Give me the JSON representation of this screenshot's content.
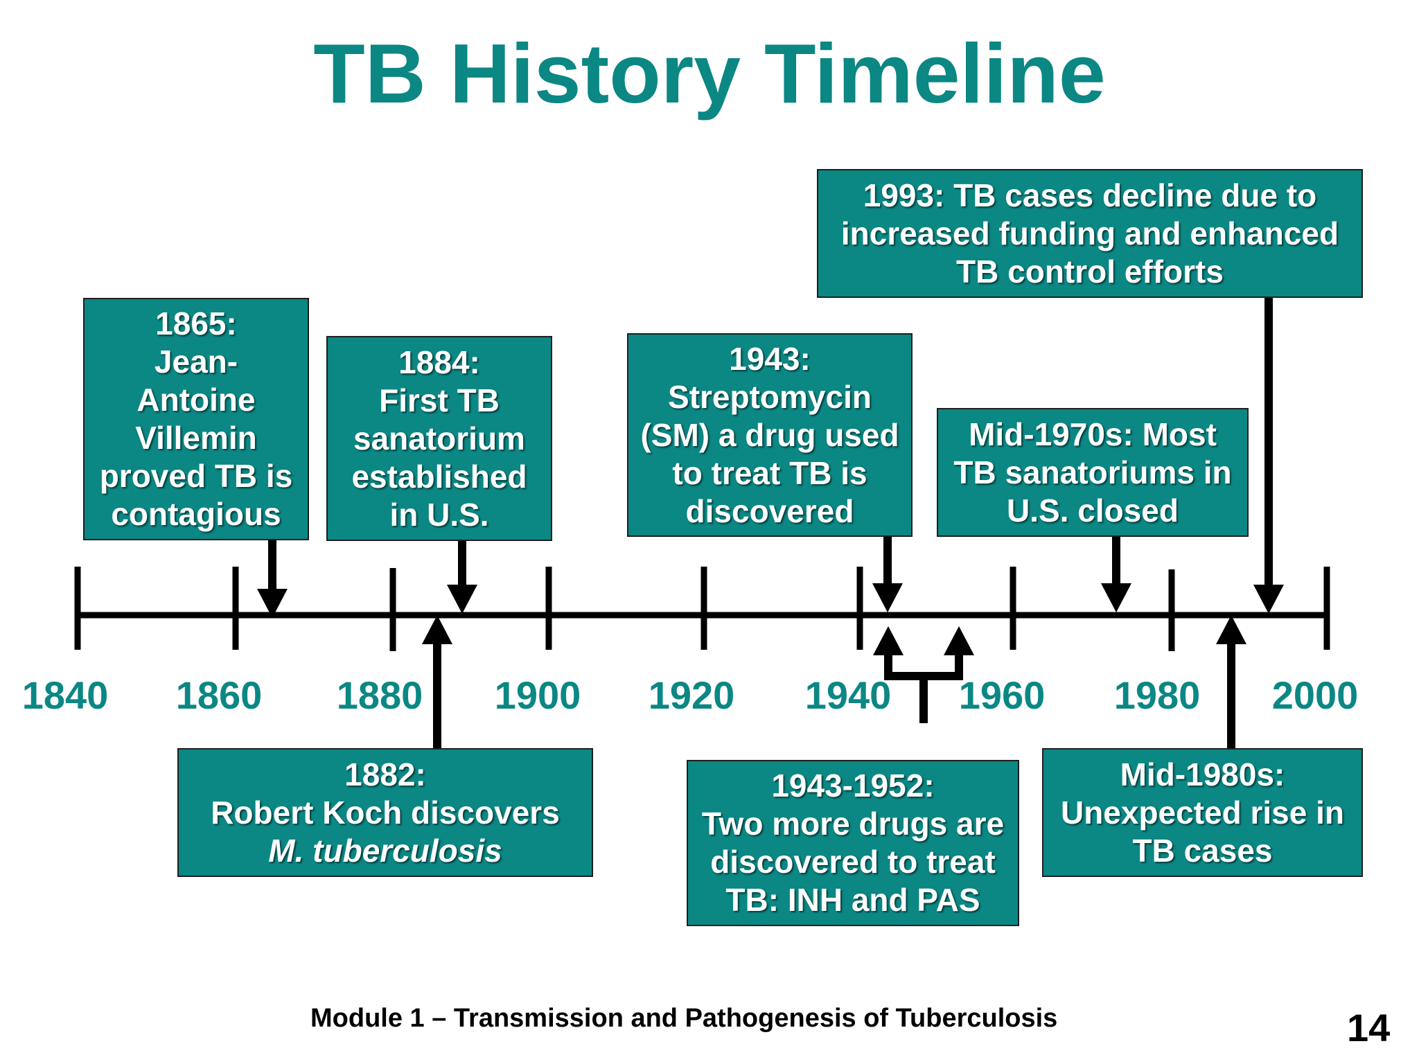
{
  "title": "TB History Timeline",
  "axis": {
    "years": [
      "1840",
      "1860",
      "1880",
      "1900",
      "1920",
      "1940",
      "1960",
      "1980",
      "2000"
    ]
  },
  "events": {
    "e1865": {
      "lines": [
        "1865:",
        "Jean-",
        "Antoine",
        "Villemin",
        "proved TB is",
        "contagious"
      ]
    },
    "e1884": {
      "lines": [
        "1884:",
        "First TB",
        "sanatorium",
        "established",
        "in U.S."
      ]
    },
    "e1943": {
      "lines": [
        "1943:",
        "Streptomycin",
        "(SM) a drug used",
        "to treat TB is",
        "discovered"
      ]
    },
    "e1970s": {
      "lines": [
        "Mid-1970s: Most",
        "TB sanatoriums in",
        "U.S. closed"
      ]
    },
    "e1993": {
      "lines": [
        "1993: TB cases decline due to",
        "increased funding and enhanced",
        "TB control efforts"
      ]
    },
    "e1882": {
      "lines": [
        "1882:",
        "Robert Koch discovers",
        "M. tuberculosis"
      ]
    },
    "e1943_1952": {
      "lines": [
        "1943-1952:",
        "Two more drugs are",
        "discovered to treat",
        "TB: INH and PAS"
      ]
    },
    "e1980s": {
      "lines": [
        "Mid-1980s:",
        "Unexpected rise in",
        "TB cases"
      ]
    }
  },
  "footer": {
    "module": "Module 1 – Transmission and Pathogenesis of Tuberculosis",
    "page_number": "14"
  },
  "colors": {
    "teal": "#0b8784",
    "line": "#000000",
    "text_on_box": "#ffffff"
  }
}
